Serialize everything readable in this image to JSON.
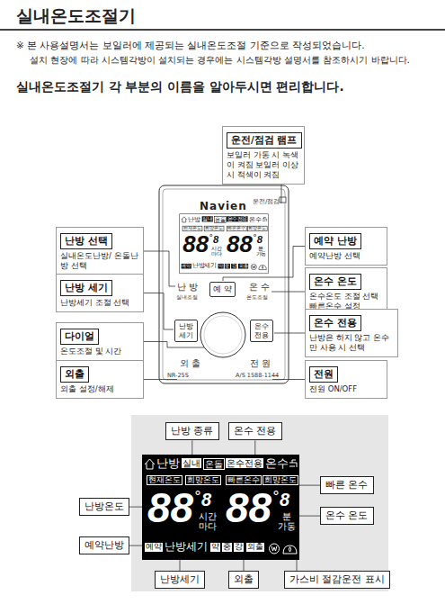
{
  "diagram": {
    "title": "실내온도조절기",
    "nodes": [
      {
        "text": [
          "운전/점검 램프",
          "보일러 가동 시 녹색이 켜짐 보일러 이상 시 적색이 켜짐"
        ]
      },
      {
        "text": [
          "난방 선택",
          "실내온도난방/ 온돌난방 선택"
        ]
      },
      {
        "text": [
          "예약 난방",
          "예약난방 선택"
        ]
      },
      {
        "text": [
          "난방 세기",
          "난방세기 조절 선택"
        ]
      },
      {
        "text": [
          "온수 온도",
          "온수온도 조절 선택 빠른온수 설정"
        ]
      },
      {
        "text": [
          "다이얼",
          "온도조절 및 시간"
        ]
      },
      {
        "text": [
          "온수 전용",
          "난방은 하지 않고 온수만 사용 시 선택"
        ]
      },
      {
        "text": [
          "외출",
          "외출 설정/해제"
        ]
      },
      {
        "text": [
          "전원",
          "전원 ON/OFF"
        ]
      },
      {
        "text": [
          "난방 종류"
        ]
      },
      {
        "text": [
          "온수 전용"
        ]
      },
      {
        "text": [
          "빠른 온수"
        ]
      },
      {
        "text": [
          "난방온도"
        ]
      },
      {
        "text": [
          "온수 온도"
        ]
      },
      {
        "text": [
          "예약난방"
        ]
      },
      {
        "text": [
          "난방세기"
        ]
      },
      {
        "text": [
          "외출"
        ]
      },
      {
        "text": [
          "가스비 절감운전 표시"
        ]
      }
    ],
    "labels": [
      "※ 본 사용설명서는 보일러에 제공되는 실내온도조절 기준으로 작성되었습니다.",
      "설치 현장에 따라 시스템각방이 설치되는 경우에는 시스템각방 설명서를 참조하시기 바랍니다.",
      "실내온도조절기 각 부분의 이름을 알아두시면 편리합니다.",
      "운전/점검",
      "Navien",
      "난방",
      "실내",
      "온돌",
      "온수전용",
      "온수",
      "현재온도",
      "희망온도",
      "빠른온수",
      "희망온도",
      "88",
      "°",
      "8",
      "시간 마다",
      "88",
      "°",
      "8",
      "분 가동",
      "예약",
      "난방세기",
      "약",
      "중",
      "강",
      "외출",
      "난 방",
      "실내조절",
      "예 약",
      "온 수",
      "온도조절",
      "난방 세기",
      "온수 전용",
      "외 출",
      "전 원",
      "NR-25S",
      "A/S 1588-1144",
      "난방",
      "실내",
      "온돌",
      "온수전용",
      "온수",
      "현재온도",
      "희망온도",
      "빠른온수",
      "희망온도",
      "88",
      "°",
      "8",
      "시간 마다",
      "88",
      "°",
      "8",
      "분 가동",
      "예약",
      "난방세기",
      "약",
      "중",
      "강",
      "외출"
    ]
  }
}
